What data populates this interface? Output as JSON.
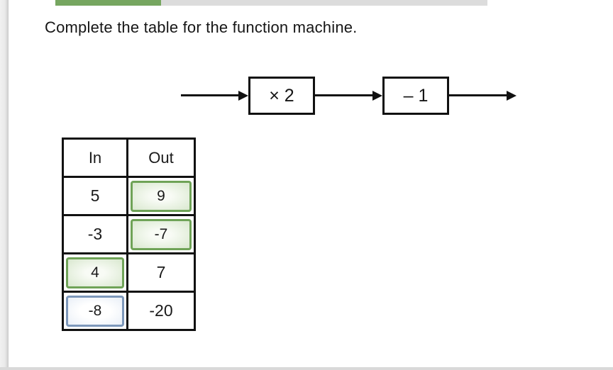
{
  "page": {
    "title": "Complete the table for the function machine."
  },
  "progress": {
    "percent": 24.5,
    "fill_color": "#76a660",
    "track_color": "#dcdcdc"
  },
  "machine": {
    "operations": [
      {
        "label": "× 2"
      },
      {
        "label": "– 1"
      }
    ]
  },
  "table": {
    "headers": [
      "In",
      "Out"
    ],
    "rows": [
      {
        "in": "5",
        "out": "9",
        "in_style": "plain",
        "out_style": "answer"
      },
      {
        "in": "-3",
        "out": "-7",
        "in_style": "plain",
        "out_style": "answer"
      },
      {
        "in": "4",
        "out": "7",
        "in_style": "answer",
        "out_style": "plain"
      },
      {
        "in": "-8",
        "out": "-20",
        "in_style": "input",
        "out_style": "plain"
      }
    ]
  },
  "colors": {
    "answer_border": "#6fa357",
    "answer_fill": "#d9e8cf",
    "input_border": "#7c97ba",
    "diagram_line": "#111111"
  }
}
